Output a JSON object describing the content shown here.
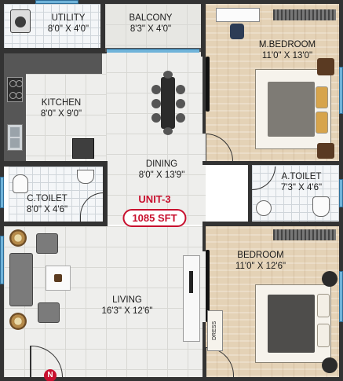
{
  "rooms": {
    "utility": {
      "name": "UTILITY",
      "size": "8'0\" X 4'0\""
    },
    "balcony": {
      "name": "BALCONY",
      "size": "8'3\" X 4'0\""
    },
    "master_bedroom": {
      "name": "M.BEDROOM",
      "size": "11'0\" X 13'0\""
    },
    "kitchen": {
      "name": "KITCHEN",
      "size": "8'0\" X 9'0\""
    },
    "dining": {
      "name": "DINING",
      "size": "8'0\" X 13'9\""
    },
    "attached_toilet": {
      "name": "A.TOILET",
      "size": "7'3\" X 4'6\""
    },
    "common_toilet": {
      "name": "C.TOILET",
      "size": "8'0\" X 4'6\""
    },
    "bedroom": {
      "name": "BEDROOM",
      "size": "11'0\" X 12'6\""
    },
    "living": {
      "name": "LIVING",
      "size": "16'3\" X 12'6\""
    },
    "dress": {
      "name": "DRESS"
    }
  },
  "unit": {
    "title": "UNIT-3",
    "area": "1085 SFT",
    "accent_color": "#c8102e"
  },
  "north_marker": {
    "label": "N",
    "color": "#c8102e"
  }
}
